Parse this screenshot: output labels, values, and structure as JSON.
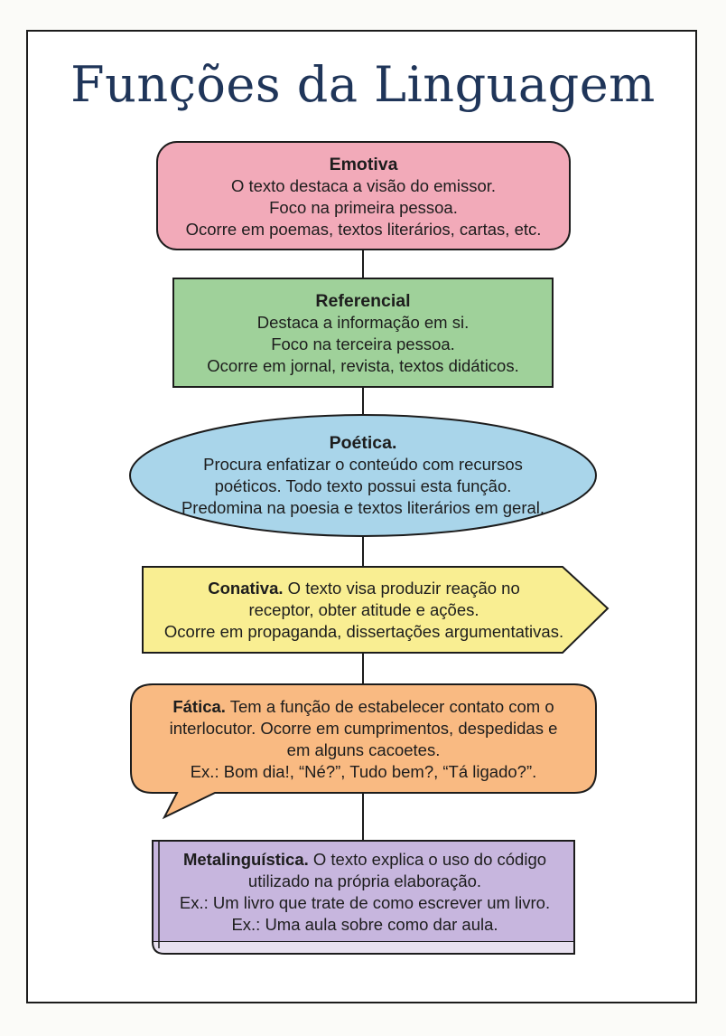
{
  "title": "Funções da Linguagem",
  "colors": {
    "title": "#1f3559",
    "emotiva": "#f2aab9",
    "referencial": "#9fd19a",
    "poetica": "#a9d5ea",
    "conativa": "#f9ee92",
    "fatica": "#f9ba82",
    "metalinguistica": "#c7b6de",
    "stroke": "#1c1c1c"
  },
  "functions": {
    "emotiva": {
      "name": "Emotiva",
      "lines": [
        "O texto destaca a visão do emissor.",
        "Foco na primeira pessoa.",
        "Ocorre em poemas, textos literários, cartas, etc."
      ]
    },
    "referencial": {
      "name": "Referencial",
      "lines": [
        "Destaca a informação em si.",
        "Foco na terceira pessoa.",
        "Ocorre em jornal, revista, textos didáticos."
      ]
    },
    "poetica": {
      "name": "Poética.",
      "lines": [
        "Procura enfatizar o conteúdo com recursos",
        "poéticos. Todo texto possui esta função.",
        "Predomina na poesia e textos literários em geral."
      ]
    },
    "conativa": {
      "name": "Conativa.",
      "first_line_rest": " O texto visa produzir reação no",
      "lines": [
        "receptor, obter atitude e ações.",
        "Ocorre em propaganda, dissertações argumentativas."
      ]
    },
    "fatica": {
      "name": "Fática.",
      "first_line_rest": " Tem a função de estabelecer contato com o",
      "lines": [
        "interlocutor. Ocorre em cumprimentos, despedidas e",
        "em alguns cacoetes.",
        "Ex.: Bom dia!, “Né?”, Tudo bem?, “Tá ligado?”."
      ]
    },
    "metalinguistica": {
      "name": "Metalinguística.",
      "first_line_rest": " O texto explica o uso do código",
      "lines": [
        "utilizado na própria elaboração.",
        "Ex.: Um livro que trate de como escrever um livro.",
        "Ex.: Uma aula sobre como dar aula."
      ]
    }
  }
}
